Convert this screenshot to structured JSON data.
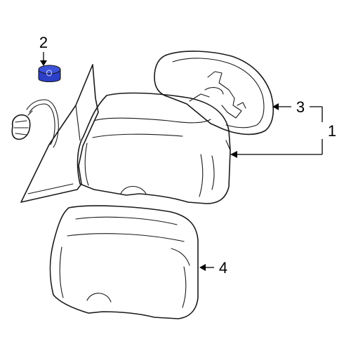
{
  "diagram": {
    "highlight_color": "#2b3fc7",
    "callouts": [
      {
        "id": "1",
        "label": "1"
      },
      {
        "id": "2",
        "label": "2"
      },
      {
        "id": "3",
        "label": "3"
      },
      {
        "id": "4",
        "label": "4"
      }
    ],
    "parts": [
      {
        "name": "mirror-base-with-connector",
        "icon": "mirror-base-icon"
      },
      {
        "name": "cap-plug",
        "icon": "plug-icon",
        "highlighted": true
      },
      {
        "name": "mirror-glass",
        "icon": "mirror-glass-icon"
      },
      {
        "name": "mirror-housing",
        "icon": "mirror-housing-icon"
      },
      {
        "name": "mirror-cover",
        "icon": "mirror-cover-icon"
      }
    ]
  }
}
